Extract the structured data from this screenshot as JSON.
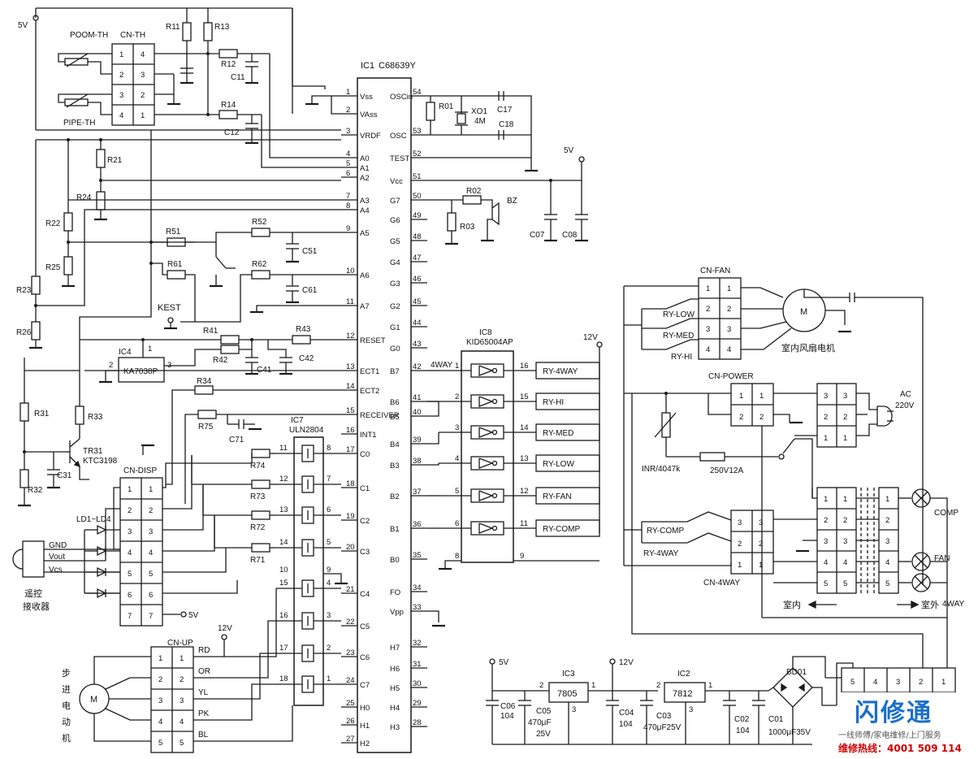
{
  "supply": {
    "v5": "5V",
    "v12": "12V"
  },
  "ic1": {
    "id": "IC1",
    "part": "C68639Y",
    "left_pins": [
      {
        "num": "1",
        "name": "Vss"
      },
      {
        "num": "2",
        "name": "VAss"
      },
      {
        "num": "3",
        "name": "VRDF"
      },
      {
        "num": "4",
        "name": "A0"
      },
      {
        "num": "5",
        "name": "A1"
      },
      {
        "num": "6",
        "name": "A2"
      },
      {
        "num": "7",
        "name": "A3"
      },
      {
        "num": "8",
        "name": "A4"
      },
      {
        "num": "9",
        "name": "A5"
      },
      {
        "num": "10",
        "name": "A6"
      },
      {
        "num": "11",
        "name": "A7"
      },
      {
        "num": "12",
        "name": "RESET"
      },
      {
        "num": "13",
        "name": "ECT1"
      },
      {
        "num": "14",
        "name": "ECT2"
      },
      {
        "num": "15",
        "name": "RECEIVER"
      },
      {
        "num": "16",
        "name": "INT1"
      },
      {
        "num": "17",
        "name": "C0"
      },
      {
        "num": "18",
        "name": "C1"
      },
      {
        "num": "19",
        "name": "C2"
      },
      {
        "num": "20",
        "name": "C3"
      },
      {
        "num": "21",
        "name": "C4"
      },
      {
        "num": "22",
        "name": "C5"
      },
      {
        "num": "23",
        "name": "C6"
      },
      {
        "num": "24",
        "name": "C7"
      },
      {
        "num": "25",
        "name": "H0"
      },
      {
        "num": "26",
        "name": "H1"
      },
      {
        "num": "27",
        "name": "H2"
      }
    ],
    "right_pins": [
      {
        "num": "54",
        "name": "OSCin"
      },
      {
        "num": "53",
        "name": "OSC"
      },
      {
        "num": "52",
        "name": "TEST"
      },
      {
        "num": "51",
        "name": "Vcc"
      },
      {
        "num": "50",
        "name": "G7"
      },
      {
        "num": "49",
        "name": "G6"
      },
      {
        "num": "48",
        "name": "G5"
      },
      {
        "num": "47",
        "name": "G4"
      },
      {
        "num": "46",
        "name": "G3"
      },
      {
        "num": "45",
        "name": "G2"
      },
      {
        "num": "44",
        "name": "G1"
      },
      {
        "num": "43",
        "name": "G0"
      },
      {
        "num": "42",
        "name": "B7"
      },
      {
        "num": "41",
        "name": "B6"
      },
      {
        "num": "40",
        "name": "B5"
      },
      {
        "num": "39",
        "name": "B4"
      },
      {
        "num": "38",
        "name": "B3"
      },
      {
        "num": "37",
        "name": "B2"
      },
      {
        "num": "36",
        "name": "B1"
      },
      {
        "num": "35",
        "name": "B0"
      },
      {
        "num": "34",
        "name": "FO"
      },
      {
        "num": "33",
        "name": "Vpp"
      },
      {
        "num": "32",
        "name": "H7"
      },
      {
        "num": "31",
        "name": "H6"
      },
      {
        "num": "30",
        "name": "H5"
      },
      {
        "num": "29",
        "name": "H4"
      },
      {
        "num": "28",
        "name": "H3"
      }
    ]
  },
  "connectors": {
    "cn_th": {
      "title": "CN-TH",
      "room": "POOM-TH",
      "pipe": "PIPE-TH",
      "left": [
        "1",
        "2",
        "3",
        "4"
      ],
      "right": [
        "4",
        "3",
        "2",
        "1"
      ]
    },
    "cn_disp": {
      "title": "CN-DISP",
      "pins": [
        "1",
        "2",
        "3",
        "4",
        "5",
        "6",
        "7"
      ]
    },
    "cn_up": {
      "title": "CN-UP",
      "pins": [
        "1",
        "2",
        "3",
        "4",
        "5"
      ],
      "nets": [
        "RD",
        "OR",
        "YL",
        "PK",
        "BL"
      ],
      "motor": "步进电动机"
    },
    "cn_fan": {
      "title": "CN-FAN",
      "pins": [
        "1",
        "2",
        "3",
        "4"
      ],
      "motor": "室内风扇电机"
    },
    "cn_power": {
      "title": "CN-POWER",
      "left": [
        "1",
        "2"
      ],
      "right": [
        "1",
        "2"
      ]
    },
    "cn_4way": {
      "title": "CN-4WAY",
      "pins": [
        "3",
        "2",
        "1"
      ]
    },
    "ac_plug": {
      "pins": [
        "3",
        "2",
        "1"
      ],
      "label": "AC",
      "voltage": "220V"
    },
    "terminal": {
      "pins": [
        "1",
        "2",
        "3",
        "4",
        "5"
      ],
      "indoor": "室内",
      "outdoor": "室外"
    },
    "bridge_conn": {
      "pins": [
        "5",
        "4",
        "3",
        "2",
        "1"
      ]
    }
  },
  "resistors": {
    "R11": "R11",
    "R13": "R13",
    "R12": "R12",
    "R14": "R14",
    "R21": "R21",
    "R24": "R24",
    "R22": "R22",
    "R25": "R25",
    "R23": "R23",
    "R26": "R26",
    "R51": "R51",
    "R52": "R52",
    "R61": "R61",
    "R62": "R62",
    "R41": "R41",
    "R42": "R42",
    "R43": "R43",
    "R34": "R34",
    "R75": "R75",
    "R31": "R31",
    "R32": "R32",
    "R33": "R33",
    "R74": "R74",
    "R73": "R73",
    "R72": "R72",
    "R71": "R71",
    "R01": "R01",
    "R02": "R02",
    "R03": "R03"
  },
  "capacitors": {
    "C11": "C11",
    "C12": "C12",
    "C51": "C51",
    "C61": "C61",
    "C41": "C41",
    "C42": "C42",
    "C71": "C71",
    "C31": "C31",
    "C17": "C17",
    "C18": "C18",
    "C07": "C07",
    "C08": "C08"
  },
  "parts": {
    "kest": "KEST",
    "ic4_id": "IC4",
    "ic4_part": "KA7038P",
    "tr31_id": "TR31",
    "tr31_part": "KTC3198",
    "xo1": "XO1",
    "xo1_freq": "4M",
    "bz": "BZ",
    "ic7_id": "IC7",
    "ic7_part": "ULN2804",
    "ic8_id": "IC8",
    "ic8_part": "KID65004AP",
    "leds": "LD1~LD4",
    "receiver": "遥控接收器",
    "rx_pins": [
      "GND",
      "Vout",
      "Vcs"
    ],
    "varistor": "INR/4047k",
    "fuse": "250V12A"
  },
  "ic7_pins": {
    "in": [
      "11",
      "12",
      "13",
      "14",
      "15",
      "16",
      "17",
      "18"
    ],
    "out": [
      "8",
      "7",
      "6",
      "5",
      "4",
      "3",
      "2",
      "1"
    ],
    "extra": [
      "10",
      "9"
    ]
  },
  "ic8_pins": {
    "in": [
      "1",
      "2",
      "3",
      "4",
      "5",
      "6",
      "8"
    ],
    "out": [
      "16",
      "15",
      "14",
      "13",
      "12",
      "11",
      "9"
    ]
  },
  "relays": {
    "four_way": "4WAY",
    "ry_4way": "RY-4WAY",
    "ry_hi": "RY-HI",
    "ry_med": "RY-MED",
    "ry_low": "RY-LOW",
    "ry_fan": "RY-FAN",
    "ry_comp": "RY-COMP",
    "fan_low": "RY-LOW",
    "fan_med": "RY-MED",
    "fan_hi": "RY-HI",
    "pwr_comp": "RY-COMP",
    "pwr_4way": "RY-4WAY"
  },
  "loads": {
    "comp": "COMP",
    "fan": "FAN",
    "four_way": "4WAY"
  },
  "power": {
    "ic3_id": "IC3",
    "ic3_part": "7805",
    "ic2_id": "IC2",
    "ic2_part": "7812",
    "bd": "BD01",
    "c06": "C06",
    "c06_val": "104",
    "c05": "C05",
    "c05_val": "470μF",
    "c05_v": "25V",
    "c04": "C04",
    "c04_val": "104",
    "c03": "C03",
    "c03_val": "470μF25V",
    "c02": "C02",
    "c02_val": "104",
    "c01": "C01",
    "c01_val": "1000μF35V"
  },
  "logo": {
    "main": "闪修通",
    "sub": "一线师傅/家电维修/上门服务",
    "hotline": "维修热线：4001 509 114"
  }
}
